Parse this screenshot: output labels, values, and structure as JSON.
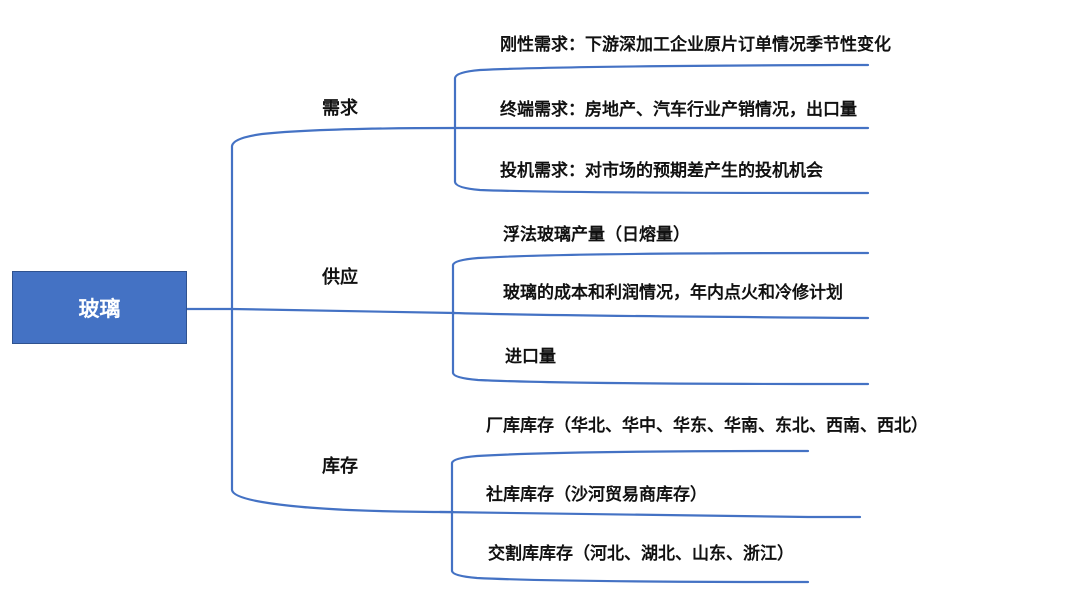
{
  "diagram": {
    "type": "mind-map",
    "line_color": "#4472C4",
    "root": {
      "label": "玻璃",
      "fill_color": "#4472C4",
      "text_color": "#FFFFFF"
    },
    "branches": [
      {
        "label": "需求",
        "children": [
          {
            "label": "刚性需求：下游深加工企业原片订单情况季节性变化"
          },
          {
            "label": "终端需求：房地产、汽车行业产销情况，出口量"
          },
          {
            "label": "投机需求：对市场的预期差产生的投机机会"
          }
        ]
      },
      {
        "label": "供应",
        "children": [
          {
            "label": "浮法玻璃产量（日熔量）"
          },
          {
            "label": "玻璃的成本和利润情况，年内点火和冷修计划"
          },
          {
            "label": "进口量"
          }
        ]
      },
      {
        "label": "库存",
        "children": [
          {
            "label": "厂库库存（华北、华中、华东、华南、东北、西南、西北）"
          },
          {
            "label": "社库库存（沙河贸易商库存）"
          },
          {
            "label": "交割库库存（河北、湖北、山东、浙江）"
          }
        ]
      }
    ]
  }
}
